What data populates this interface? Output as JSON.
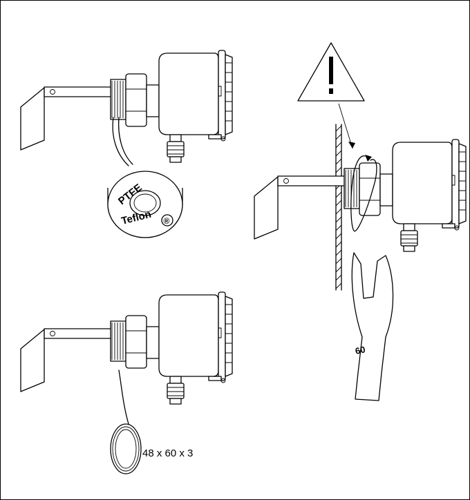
{
  "labels": {
    "tape_line1": "PTFE",
    "tape_line2": "Teflon",
    "registered_mark": "®",
    "wrench_size": "60",
    "gasket_size": "48 x 60 x 3",
    "warning_mark": "!"
  },
  "colors": {
    "ink": "#000000",
    "paper": "#ffffff"
  },
  "icons": [
    "warning-triangle-icon",
    "rotation-arrow-icon"
  ]
}
